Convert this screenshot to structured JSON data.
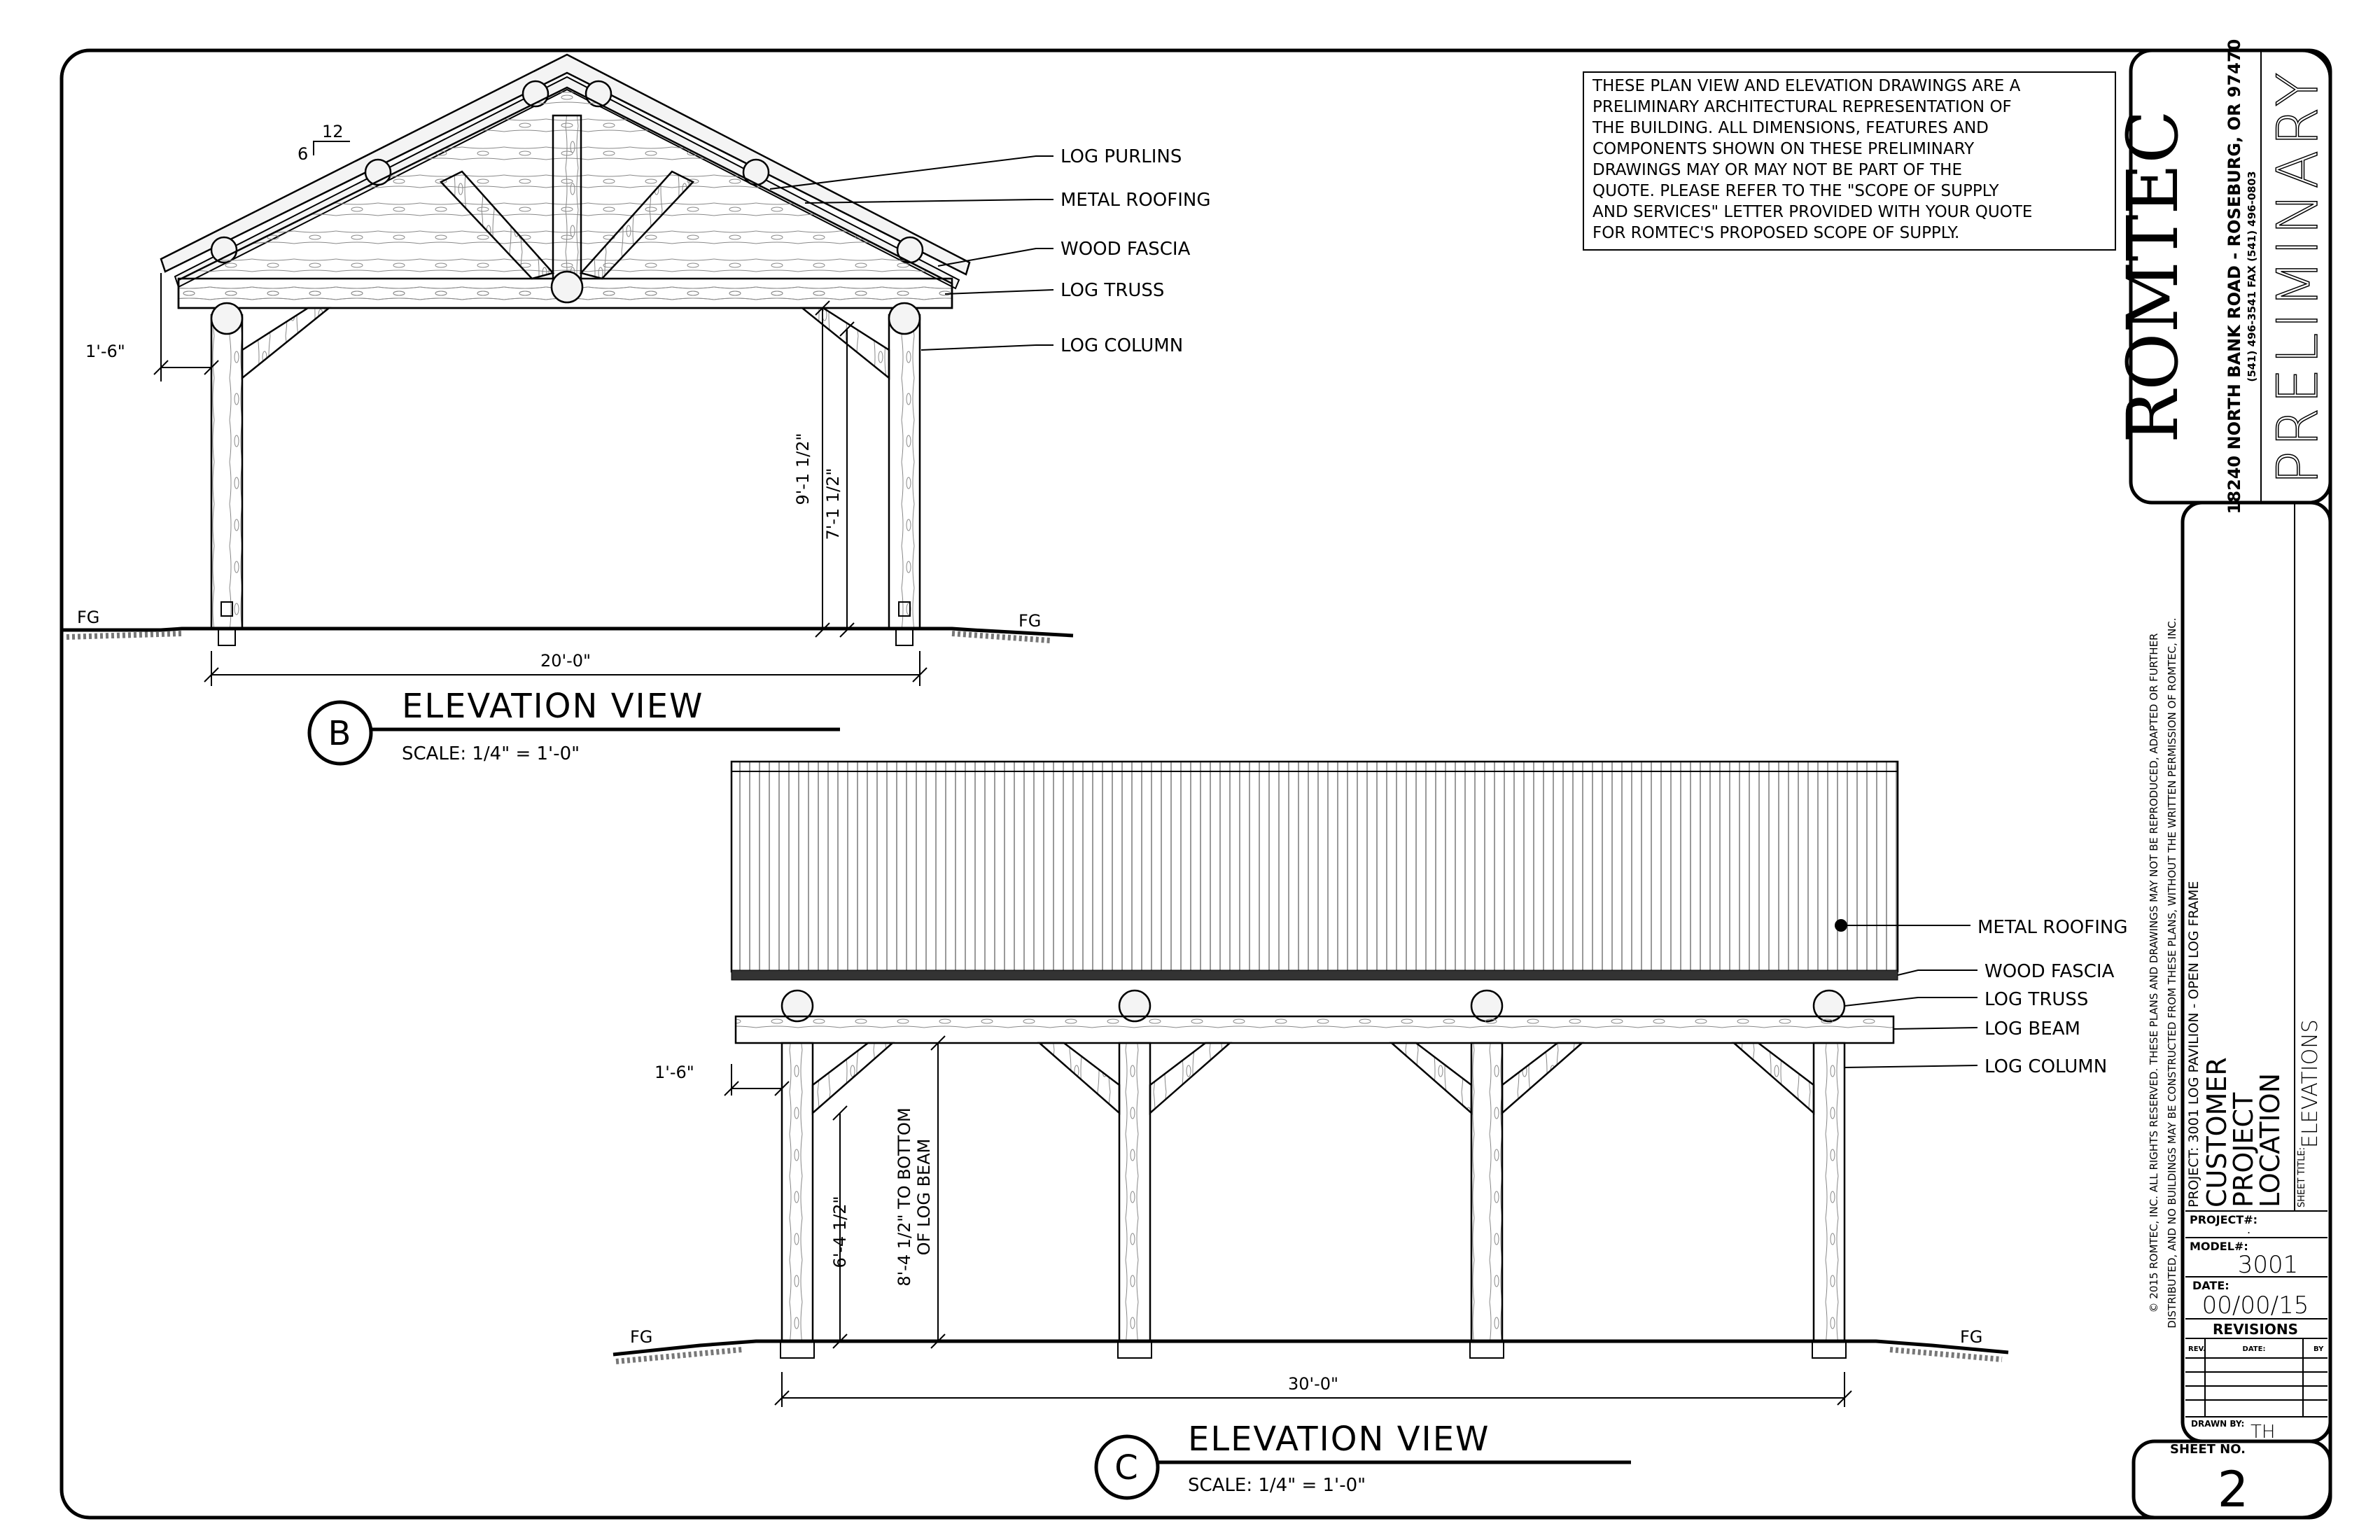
{
  "notes": [
    "THESE PLAN VIEW AND ELEVATION DRAWINGS ARE A",
    "PRELIMINARY ARCHITECTURAL REPRESENTATION OF",
    "THE BUILDING. ALL DIMENSIONS, FEATURES AND",
    "COMPONENTS SHOWN ON THESE PRELIMINARY",
    "DRAWINGS MAY OR MAY NOT BE PART OF THE",
    "QUOTE. PLEASE REFER TO THE \"SCOPE OF SUPPLY",
    "AND SERVICES\" LETTER PROVIDED WITH YOUR QUOTE",
    "FOR ROMTEC'S PROPOSED SCOPE OF SUPPLY."
  ],
  "view_b": {
    "marker": "B",
    "title": "ELEVATION VIEW",
    "scale": "SCALE: 1/4\" = 1'-0\"",
    "pitch_rise": "6",
    "pitch_run": "12",
    "labels": [
      "LOG PURLINS",
      "METAL ROOFING",
      "WOOD FASCIA",
      "LOG TRUSS",
      "LOG COLUMN"
    ],
    "dims": {
      "overhang": "1'-6\"",
      "height_total": "9'-1 1/2\"",
      "height_clear": "7'-1 1/2\"",
      "width": "20'-0\""
    },
    "fg": "FG"
  },
  "view_c": {
    "marker": "C",
    "title": "ELEVATION VIEW",
    "scale": "SCALE: 1/4\" = 1'-0\"",
    "labels": [
      "METAL ROOFING",
      "WOOD FASCIA",
      "LOG TRUSS",
      "LOG BEAM",
      "LOG COLUMN"
    ],
    "dims": {
      "overhang": "1'-6\"",
      "height_brace": "6'-4 1/2\"",
      "height_beam_1": "8'-4 1/2\" TO BOTTOM",
      "height_beam_2": "OF LOG BEAM",
      "length": "30'-0\""
    },
    "fg": "FG"
  },
  "title_block": {
    "logo": "ROMTEC",
    "address": "18240 NORTH BANK ROAD - ROSEBURG, OR 97470",
    "phones": "(541) 496-3541     FAX (541) 496-0803",
    "stamp": "PRELIMINARY",
    "copyright_1": "© 2015 ROMTEC, INC.  ALL RIGHTS RESERVED.  THESE PLANS AND DRAWINGS MAY NOT BE REPRODUCED, ADAPTED OR FURTHER",
    "copyright_2": "DISTRIBUTED, AND NO BUILDINGS MAY BE CONSTRUCTED FROM THESE PLANS, WITHOUT THE WRITTEN PERMISSION OF ROMTEC, INC.",
    "project_line": "PROJECT: 3001 LOG PAVILION - OPEN LOG FRAME",
    "customer": "CUSTOMER",
    "project": "PROJECT",
    "location": "LOCATION",
    "sheet_title_label": "SHEET TITLE:",
    "sheet_title": "ELEVATIONS",
    "project_no_label": "PROJECT#:",
    "project_no": ".",
    "model_label": "MODEL#:",
    "model": "3001",
    "date_label": "DATE:",
    "date": "00/00/15",
    "revisions": "REVISIONS",
    "rev_cols": [
      "REV.",
      "DATE:",
      "BY"
    ],
    "drawn_by_label": "DRAWN BY:",
    "drawn_by": "TH",
    "sheet_no_label": "SHEET NO.",
    "sheet_no": "2"
  }
}
